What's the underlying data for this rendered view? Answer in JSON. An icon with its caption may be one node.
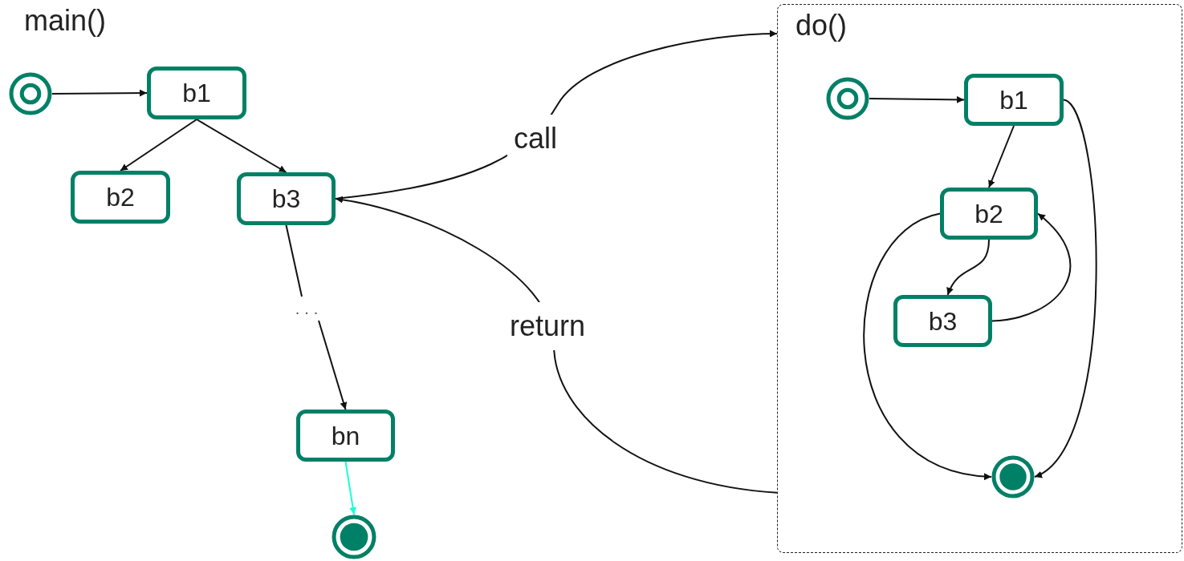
{
  "diagram": {
    "nodes": [
      {
        "text": [],
        "shape": "circle"
      },
      {
        "text": [
          "b1"
        ]
      },
      {
        "text": [
          "b2"
        ]
      },
      {
        "text": [
          "b3"
        ]
      },
      {
        "text": [
          "..."
        ]
      },
      {
        "text": [
          "bn"
        ]
      },
      {
        "text": [],
        "shape": "dot"
      },
      {
        "text": [
          "do()"
        ]
      },
      {
        "text": [],
        "shape": "circle",
        "in": 7
      },
      {
        "text": [
          "b1"
        ],
        "in": 7
      },
      {
        "text": [
          "b2"
        ],
        "in": 7
      },
      {
        "text": [
          "b3"
        ],
        "in": 7
      },
      {
        "text": [],
        "shape": "dot",
        "in": 7
      }
    ],
    "edges": [
      {
        "from": 0,
        "to": 1,
        "arrow": "to"
      },
      {
        "from": 1,
        "to": 2,
        "arrow": "to"
      },
      {
        "from": 1,
        "to": 3,
        "arrow": "to"
      },
      {
        "from": 3,
        "to": 4,
        "arrow": "none"
      },
      {
        "from": 4,
        "to": 5,
        "arrow": "to"
      },
      {
        "from": 5,
        "to": 6,
        "arrow": "to",
        "color": "#1affd5"
      },
      {
        "from": 3,
        "to": 7,
        "arrow": "to",
        "label": "call"
      },
      {
        "from": 7,
        "to": 3,
        "arrow": "to",
        "label": "return"
      },
      {
        "from": 8,
        "to": 9,
        "arrow": "to"
      },
      {
        "from": 9,
        "to": 10,
        "arrow": "to"
      },
      {
        "from": 10,
        "to": 11,
        "arrow": "to"
      },
      {
        "from": 11,
        "to": 10,
        "arrow": "to"
      },
      {
        "from": 10,
        "to": 12,
        "arrow": "to"
      },
      {
        "from": 9,
        "to": 12,
        "arrow": "to"
      }
    ],
    "labels": [
      "main()"
    ]
  }
}
